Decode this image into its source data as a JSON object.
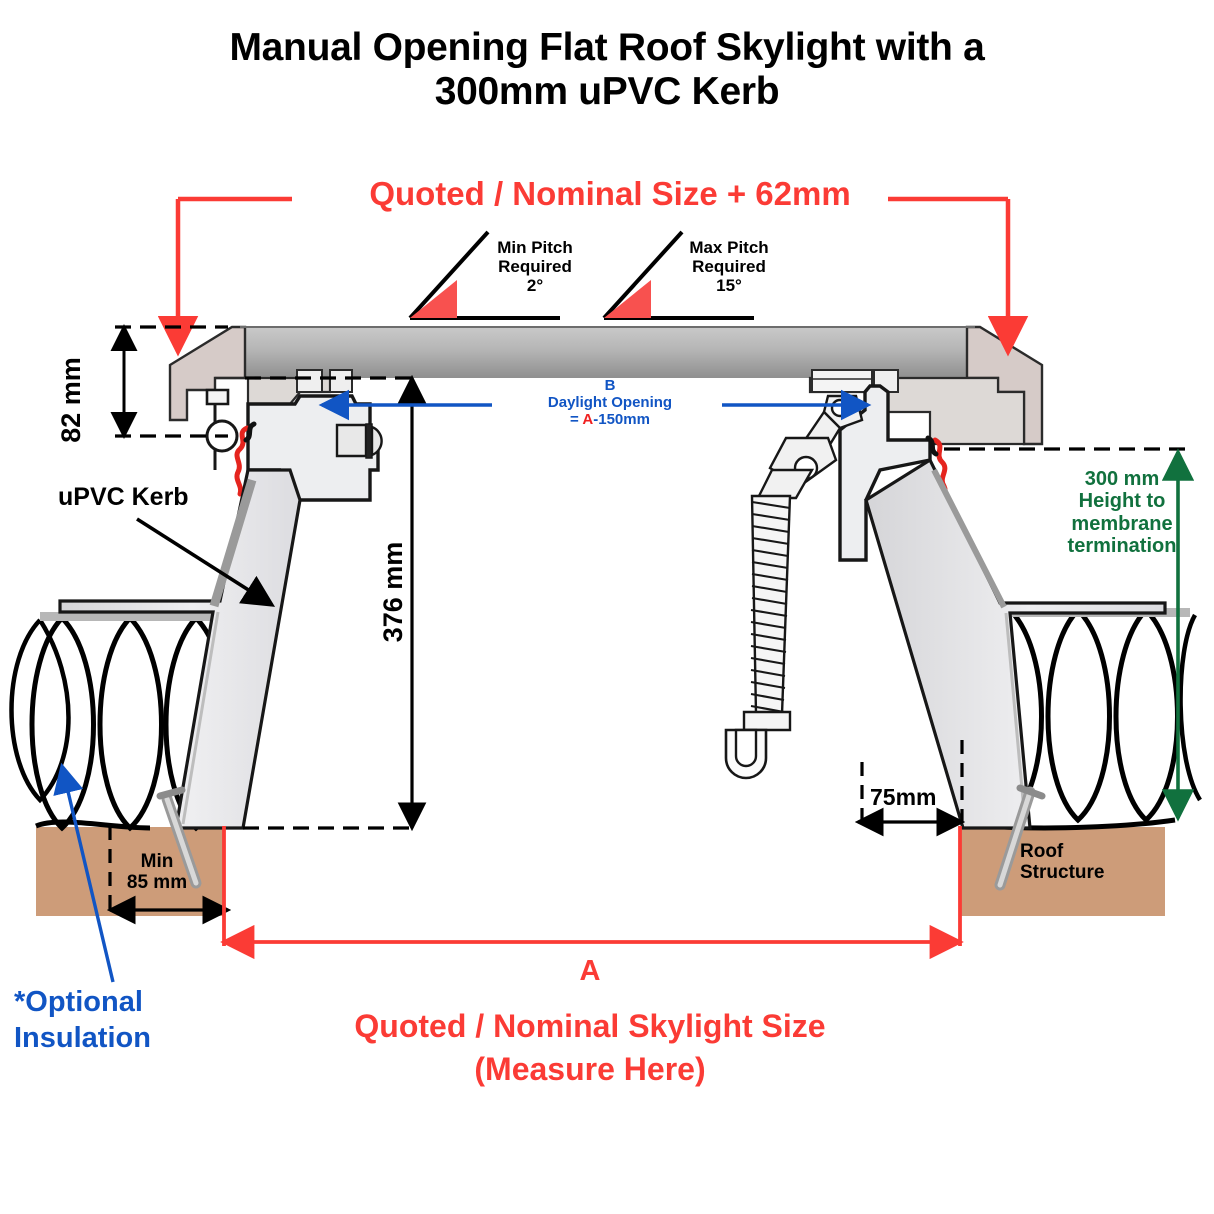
{
  "title": {
    "line1": "Manual Opening Flat Roof Skylight with a",
    "line2": "300mm uPVC Kerb"
  },
  "dimensions": {
    "top_red_label": "Quoted / Nominal Size + 62mm",
    "height_82": "82 mm",
    "height_376": "376 mm",
    "min_85": "Min\n85 mm",
    "dim_75": "75mm",
    "bottom_A_letter": "A",
    "bottom_red_line1": "Quoted / Nominal Skylight Size",
    "bottom_red_line2": "(Measure Here)"
  },
  "pitch": {
    "min": {
      "line1": "Min Pitch",
      "line2": "Required",
      "value": "2°"
    },
    "max": {
      "line1": "Max Pitch",
      "line2": "Required",
      "value": "15°"
    }
  },
  "daylight": {
    "letter": "B",
    "label": "Daylight Opening",
    "equals_prefix": "= ",
    "equals_var": "A",
    "equals_suffix": "-150mm"
  },
  "callouts": {
    "kerb": "uPVC Kerb",
    "roof_structure": "Roof\nStructure",
    "optional_insulation": "*Optional\nInsulation",
    "membrane_height": "300 mm\nHeight to\nmembrane\ntermination"
  },
  "colors": {
    "red": "#fb3b35",
    "red_dim": "#f02020",
    "blue": "#1155c4",
    "green": "#11713e",
    "roof_brown": "#cd9c79",
    "kerb_gray": "#e3e3e6",
    "glazing_gray": "#b9b9b9",
    "frame_beige": "#d6cbc8",
    "black": "#000000"
  }
}
